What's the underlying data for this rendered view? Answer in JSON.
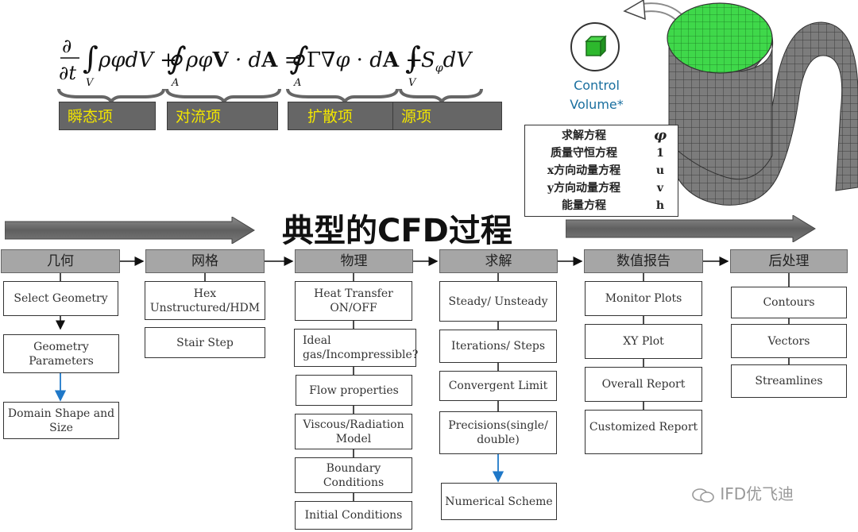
{
  "equation": {
    "latex_text": "∂/∂t ∫V ρφdV + ∮A ρφV·dA = ∮A Γ∇φ·dA + ∫V SφdV",
    "terms": [
      "瞬态项",
      "对流项",
      "扩散项",
      "源项"
    ]
  },
  "control_volume": {
    "line1": "Control",
    "line2": "Volume*"
  },
  "phi_table": {
    "header": {
      "equation": "求解方程",
      "symbol": "φ"
    },
    "rows": [
      {
        "equation": "质量守恒方程",
        "symbol": "1"
      },
      {
        "equation": "x方向动量方程",
        "symbol": "u"
      },
      {
        "equation": "y方向动量方程",
        "symbol": "v"
      },
      {
        "equation": "能量方程",
        "symbol": "h"
      }
    ]
  },
  "title": "典型的CFD过程",
  "steps": [
    {
      "header": "几何",
      "items": [
        "Select Geometry",
        "Geometry Parameters",
        "Domain Shape and Size"
      ]
    },
    {
      "header": "网格",
      "items": [
        "Hex Unstructured/HDM",
        "Stair Step"
      ]
    },
    {
      "header": "物理",
      "items": [
        "Heat Transfer ON/OFF",
        "Ideal gas/Incompressible?",
        "Flow properties",
        "Viscous/Radiation Model",
        "Boundary Conditions",
        "Initial Conditions"
      ]
    },
    {
      "header": "求解",
      "items": [
        "Steady/ Unsteady",
        "Iterations/ Steps",
        "Convergent Limit",
        "Precisions(single/ double)",
        "Numerical Scheme"
      ]
    },
    {
      "header": "数值报告",
      "items": [
        "Monitor Plots",
        "XY Plot",
        "Overall Report",
        "Customized Report"
      ]
    },
    {
      "header": "后处理",
      "items": [
        "Contours",
        "Vectors",
        "Streamlines"
      ]
    }
  ],
  "watermark": "IFD优飞迪",
  "colors": {
    "term_bg": "#666666",
    "term_text": "#f2e600",
    "header_bg": "#a6a6a6",
    "cv_green": "#2db82d",
    "cv_label": "#1a6f9f",
    "blue_arrow": "#1f78c8"
  }
}
